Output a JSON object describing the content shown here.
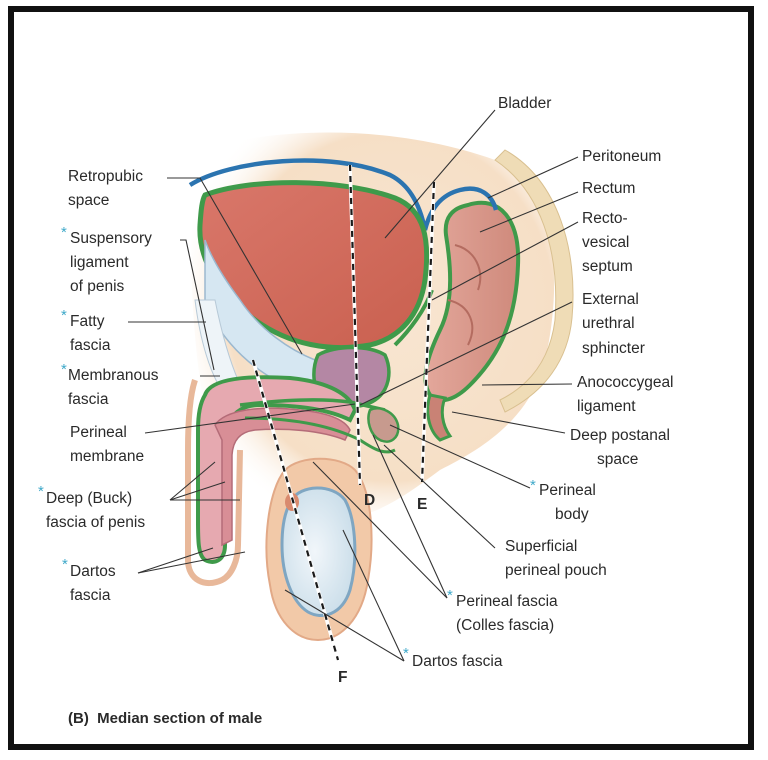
{
  "caption": "(B)  Median section of male",
  "labels": {
    "bladder": "Bladder",
    "peritoneum": "Peritoneum",
    "rectum": "Rectum",
    "recto_1": "Recto-",
    "recto_2": "vesical",
    "recto_3": "septum",
    "ext_1": "External",
    "ext_2": "urethral",
    "ext_3": "sphincter",
    "ano_1": "Anococcygeal",
    "ano_2": "ligament",
    "deep_1": "Deep postanal",
    "deep_2": "space",
    "pb_1": "Perineal",
    "pb_2": "body",
    "sp_1": "Superficial",
    "sp_2": "perineal pouch",
    "pf_1": "Perineal fascia",
    "pf_2": "(Colles fascia)",
    "df_right": "Dartos fascia",
    "retro_1": "Retropubic",
    "retro_2": "space",
    "susp_1": "Suspensory",
    "susp_2": "ligament",
    "susp_3": "of penis",
    "fatty_1": "Fatty",
    "fatty_2": "fascia",
    "memb_1": "Membranous",
    "memb_2": "fascia",
    "pm_1": "Perineal",
    "pm_2": "membrane",
    "buck_1": "Deep (Buck)",
    "buck_2": "fascia of penis",
    "dartos_1": "Dartos",
    "dartos_2": "fascia",
    "plane_d": "D",
    "plane_e": "E",
    "plane_f": "F",
    "asterisk": "*"
  },
  "colors": {
    "bladder": "#cf6a5a",
    "fascia_green": "#3f9a4a",
    "peritoneum_blue": "#2b74b0",
    "skin": "#f0c7a8",
    "scrotum_inner": "#d8e8f1",
    "background_tissue": "#f6e3cf",
    "prostate": "#b487a4",
    "asterisk": "#3fa9c9"
  }
}
